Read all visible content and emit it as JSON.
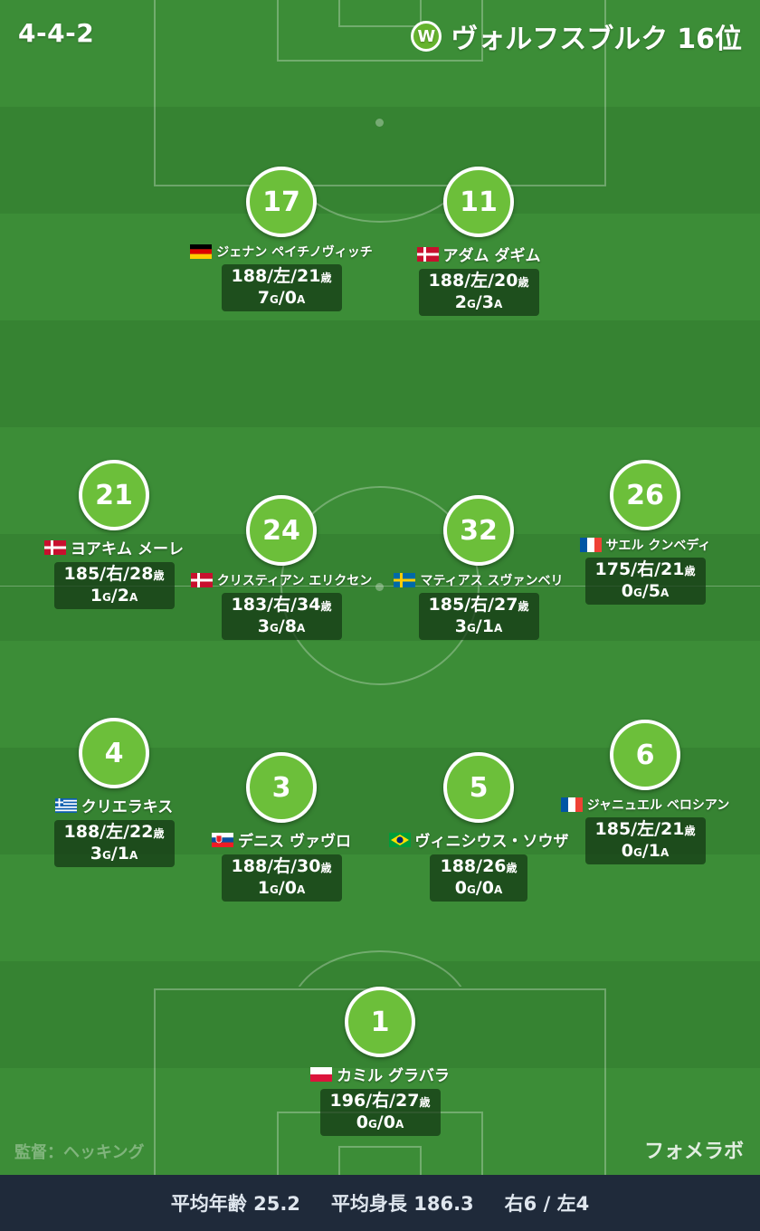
{
  "formation": "4-4-2",
  "team": {
    "name": "ヴォルフスブルク",
    "rank": "16位",
    "logo_letter": "W"
  },
  "coach": "監督：ヘッキング",
  "brand": "フォメラボ",
  "stats": {
    "avg_age": "平均年齢 25.2",
    "avg_height": "平均身長 186.3",
    "foot": "右6 / 左4"
  },
  "colors": {
    "pitch": "#3a8a35",
    "badge": "#6cbf3a",
    "footer": "#1f2a3a"
  },
  "players": [
    {
      "number": "17",
      "name": "ジェナン ペイチノヴィッチ",
      "flag": "germany",
      "bio": "188/左/21",
      "age_unit": "歳",
      "goals": "7",
      "assists": "0"
    },
    {
      "number": "11",
      "name": "アダム ダギム",
      "flag": "denmark",
      "bio": "188/左/20",
      "age_unit": "歳",
      "goals": "2",
      "assists": "3"
    },
    {
      "number": "21",
      "name": "ヨアキム メーレ",
      "flag": "denmark",
      "bio": "185/右/28",
      "age_unit": "歳",
      "goals": "1",
      "assists": "2"
    },
    {
      "number": "24",
      "name": "クリスティアン エリクセン",
      "flag": "denmark",
      "bio": "183/右/34",
      "age_unit": "歳",
      "goals": "3",
      "assists": "8"
    },
    {
      "number": "32",
      "name": "マティアス スヴァンベリ",
      "flag": "sweden",
      "bio": "185/右/27",
      "age_unit": "歳",
      "goals": "3",
      "assists": "1"
    },
    {
      "number": "26",
      "name": "サエル クンベディ",
      "flag": "france",
      "bio": "175/右/21",
      "age_unit": "歳",
      "goals": "0",
      "assists": "5"
    },
    {
      "number": "4",
      "name": "クリエラキス",
      "flag": "greece",
      "bio": "188/左/22",
      "age_unit": "歳",
      "goals": "3",
      "assists": "1"
    },
    {
      "number": "3",
      "name": "デニス ヴァヴロ",
      "flag": "slovakia",
      "bio": "188/右/30",
      "age_unit": "歳",
      "goals": "1",
      "assists": "0"
    },
    {
      "number": "5",
      "name": "ヴィニシウス・ソウザ",
      "flag": "brazil",
      "bio": "188/26",
      "age_unit": "歳",
      "goals": "0",
      "assists": "0"
    },
    {
      "number": "6",
      "name": "ジャニュエル ベロシアン",
      "flag": "france",
      "bio": "185/左/21",
      "age_unit": "歳",
      "goals": "0",
      "assists": "1"
    },
    {
      "number": "1",
      "name": "カミル グラバラ",
      "flag": "poland",
      "bio": "196/右/27",
      "age_unit": "歳",
      "goals": "0",
      "assists": "0"
    }
  ],
  "goal_suffix": "G",
  "assist_suffix": "A"
}
